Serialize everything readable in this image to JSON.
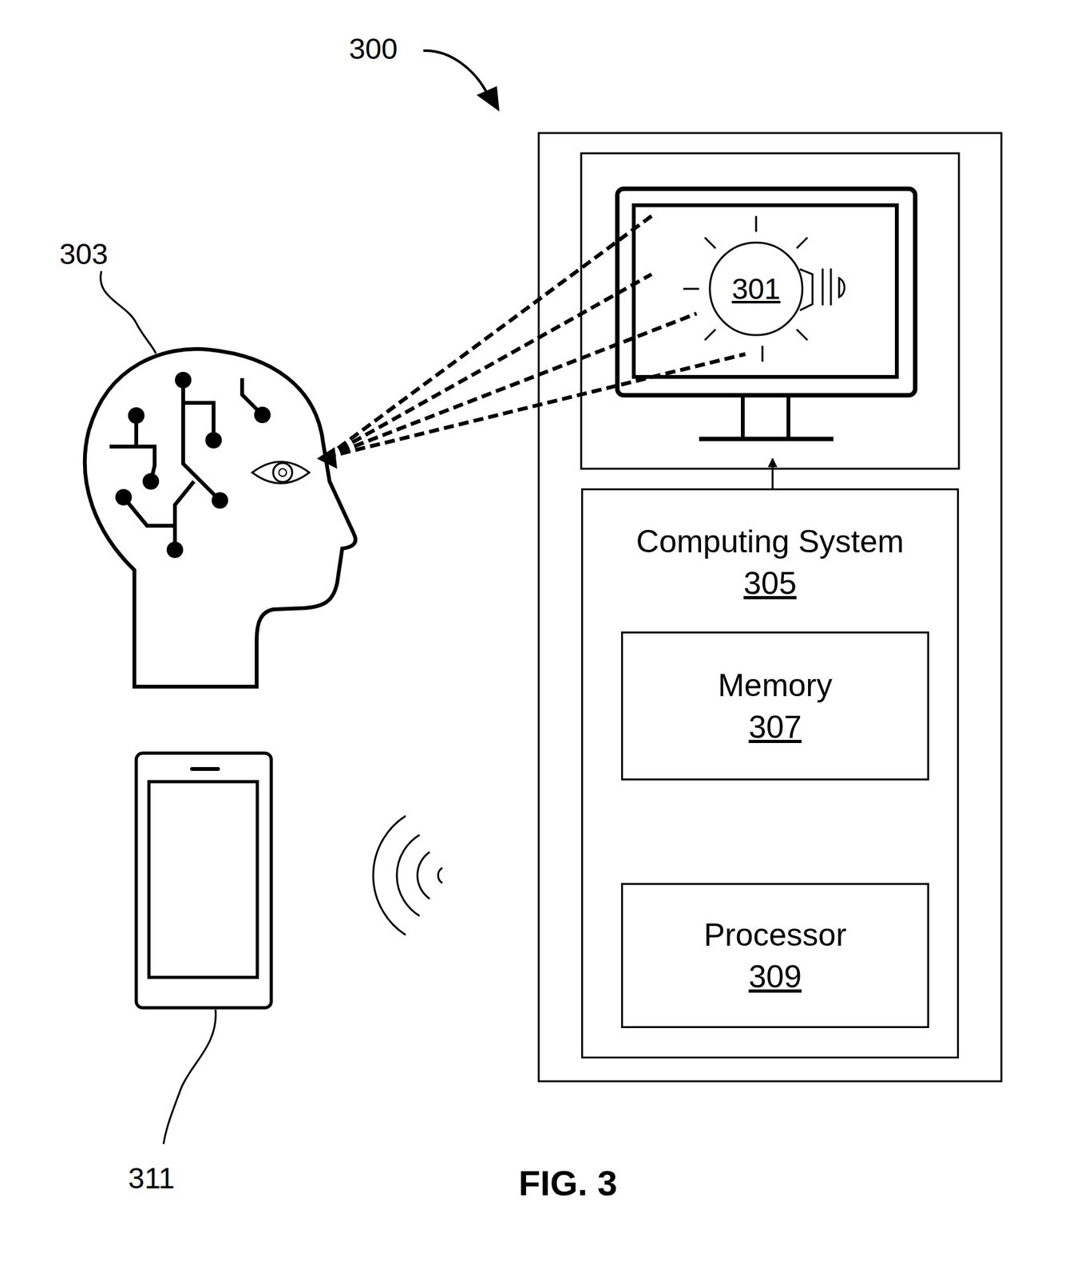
{
  "diagram": {
    "caption": "FIG. 3",
    "nodes": [
      {
        "text": [
          "301"
        ]
      },
      {
        "text": [
          "Computing System",
          "305"
        ]
      },
      {
        "text": [
          "Memory",
          "307"
        ],
        "in": 1
      },
      {
        "text": [
          "Processor",
          "309"
        ],
        "in": 1
      }
    ],
    "edges": [
      {
        "from": 2,
        "to": 3,
        "arrow": "both"
      }
    ],
    "labels": [
      "300",
      "303",
      "311"
    ]
  }
}
